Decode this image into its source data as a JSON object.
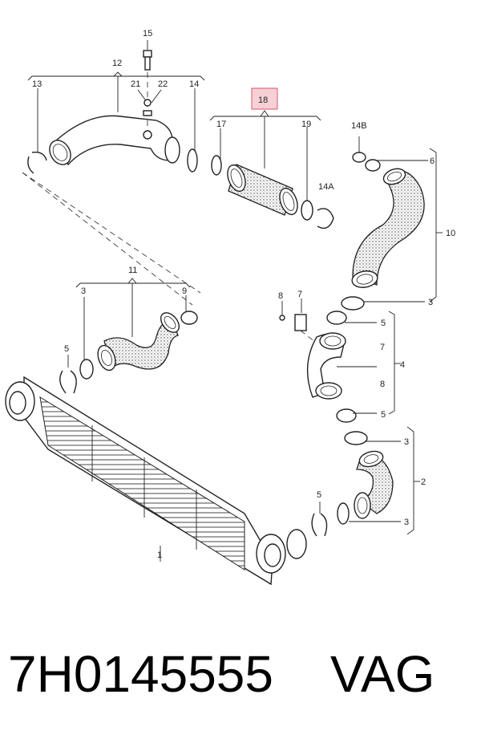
{
  "diagram": {
    "highlight_color": "#f6d0d4",
    "highlight_border": "#d9576b",
    "callouts": {
      "c15": "15",
      "c12": "12",
      "c13": "13",
      "c21": "21",
      "c22": "22",
      "c14": "14",
      "c18": "18",
      "c17": "17",
      "c19": "19",
      "c14b": "14B",
      "c6": "6",
      "c14a": "14A",
      "c10": "10",
      "c11": "11",
      "c3a": "3",
      "c9": "9",
      "c8": "8",
      "c7": "7",
      "c5a": "5",
      "c3b": "3",
      "c5b": "5",
      "c7b": "7",
      "c4": "4",
      "c8b": "8",
      "c5c": "5",
      "c3c": "3",
      "c2": "2",
      "c5d": "5",
      "c3d": "3",
      "c1": "1"
    }
  },
  "footer": {
    "part_number": "7H0145555",
    "brand": "VAG"
  }
}
